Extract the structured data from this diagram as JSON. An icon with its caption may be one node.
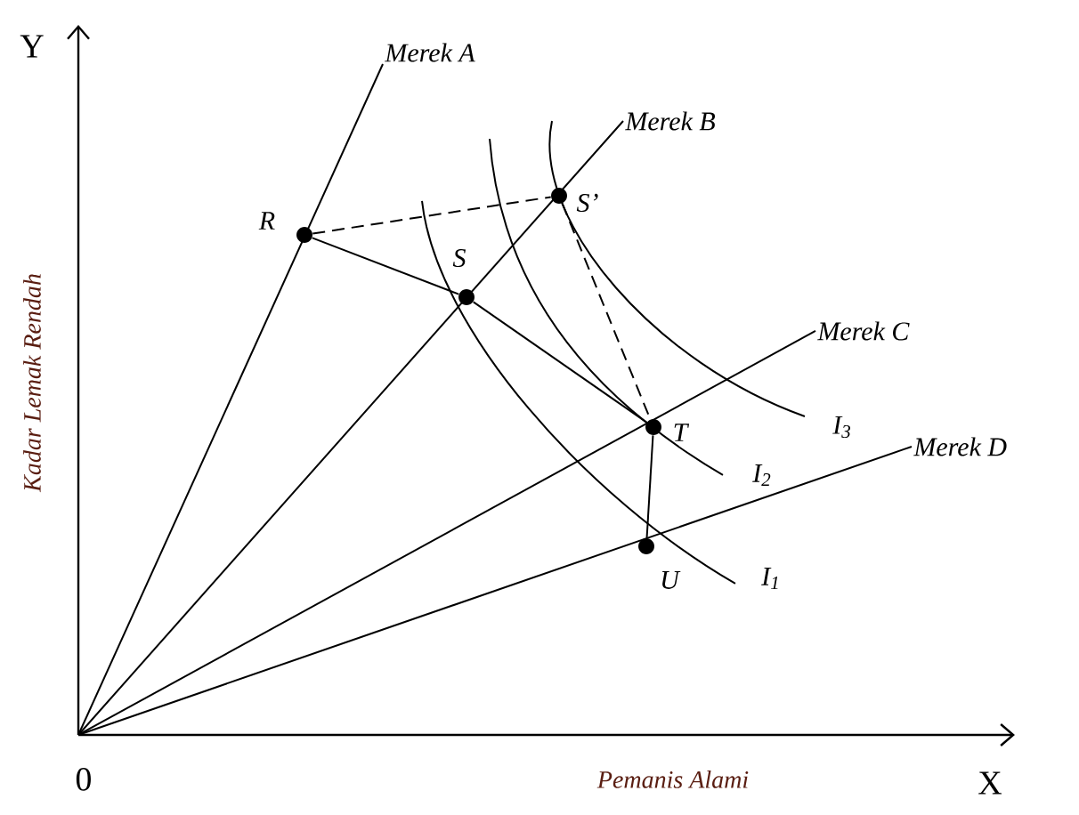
{
  "diagram": {
    "nodes": [
      {
        "text": [
          "0"
        ]
      },
      {
        "text": [
          "Merek A"
        ]
      },
      {
        "text": [
          "Merek B"
        ]
      },
      {
        "text": [
          "Merek C"
        ]
      },
      {
        "text": [
          "Merek D"
        ]
      },
      {
        "text": [],
        "shape": "circle",
        "beside": [
          "R"
        ]
      },
      {
        "text": [],
        "shape": "circle",
        "beside": [
          "S"
        ]
      },
      {
        "text": [],
        "shape": "circle",
        "beside": [
          "S’"
        ]
      },
      {
        "text": [],
        "shape": "circle",
        "beside": [
          "T"
        ]
      },
      {
        "text": [],
        "shape": "circle",
        "beside": [
          "U"
        ]
      }
    ],
    "edges": [
      {
        "from": 0,
        "to": 1,
        "arrow": "none"
      },
      {
        "from": 0,
        "to": 2,
        "arrow": "none"
      },
      {
        "from": 0,
        "to": 3,
        "arrow": "none"
      },
      {
        "from": 0,
        "to": 4,
        "arrow": "none"
      },
      {
        "from": 5,
        "to": 6,
        "arrow": "none"
      },
      {
        "from": 6,
        "to": 8,
        "arrow": "none"
      },
      {
        "from": 8,
        "to": 9,
        "arrow": "none"
      },
      {
        "from": 5,
        "to": 7,
        "arrow": "none",
        "style": "dashed"
      },
      {
        "from": 7,
        "to": 8,
        "arrow": "none",
        "style": "dashed"
      }
    ],
    "labels": [
      "Y",
      "Kadar Lemak Rendah",
      "I$_{3}$",
      "I$_{2}$",
      "I$_{1}$",
      "Pemanis Alami",
      "X"
    ]
  }
}
